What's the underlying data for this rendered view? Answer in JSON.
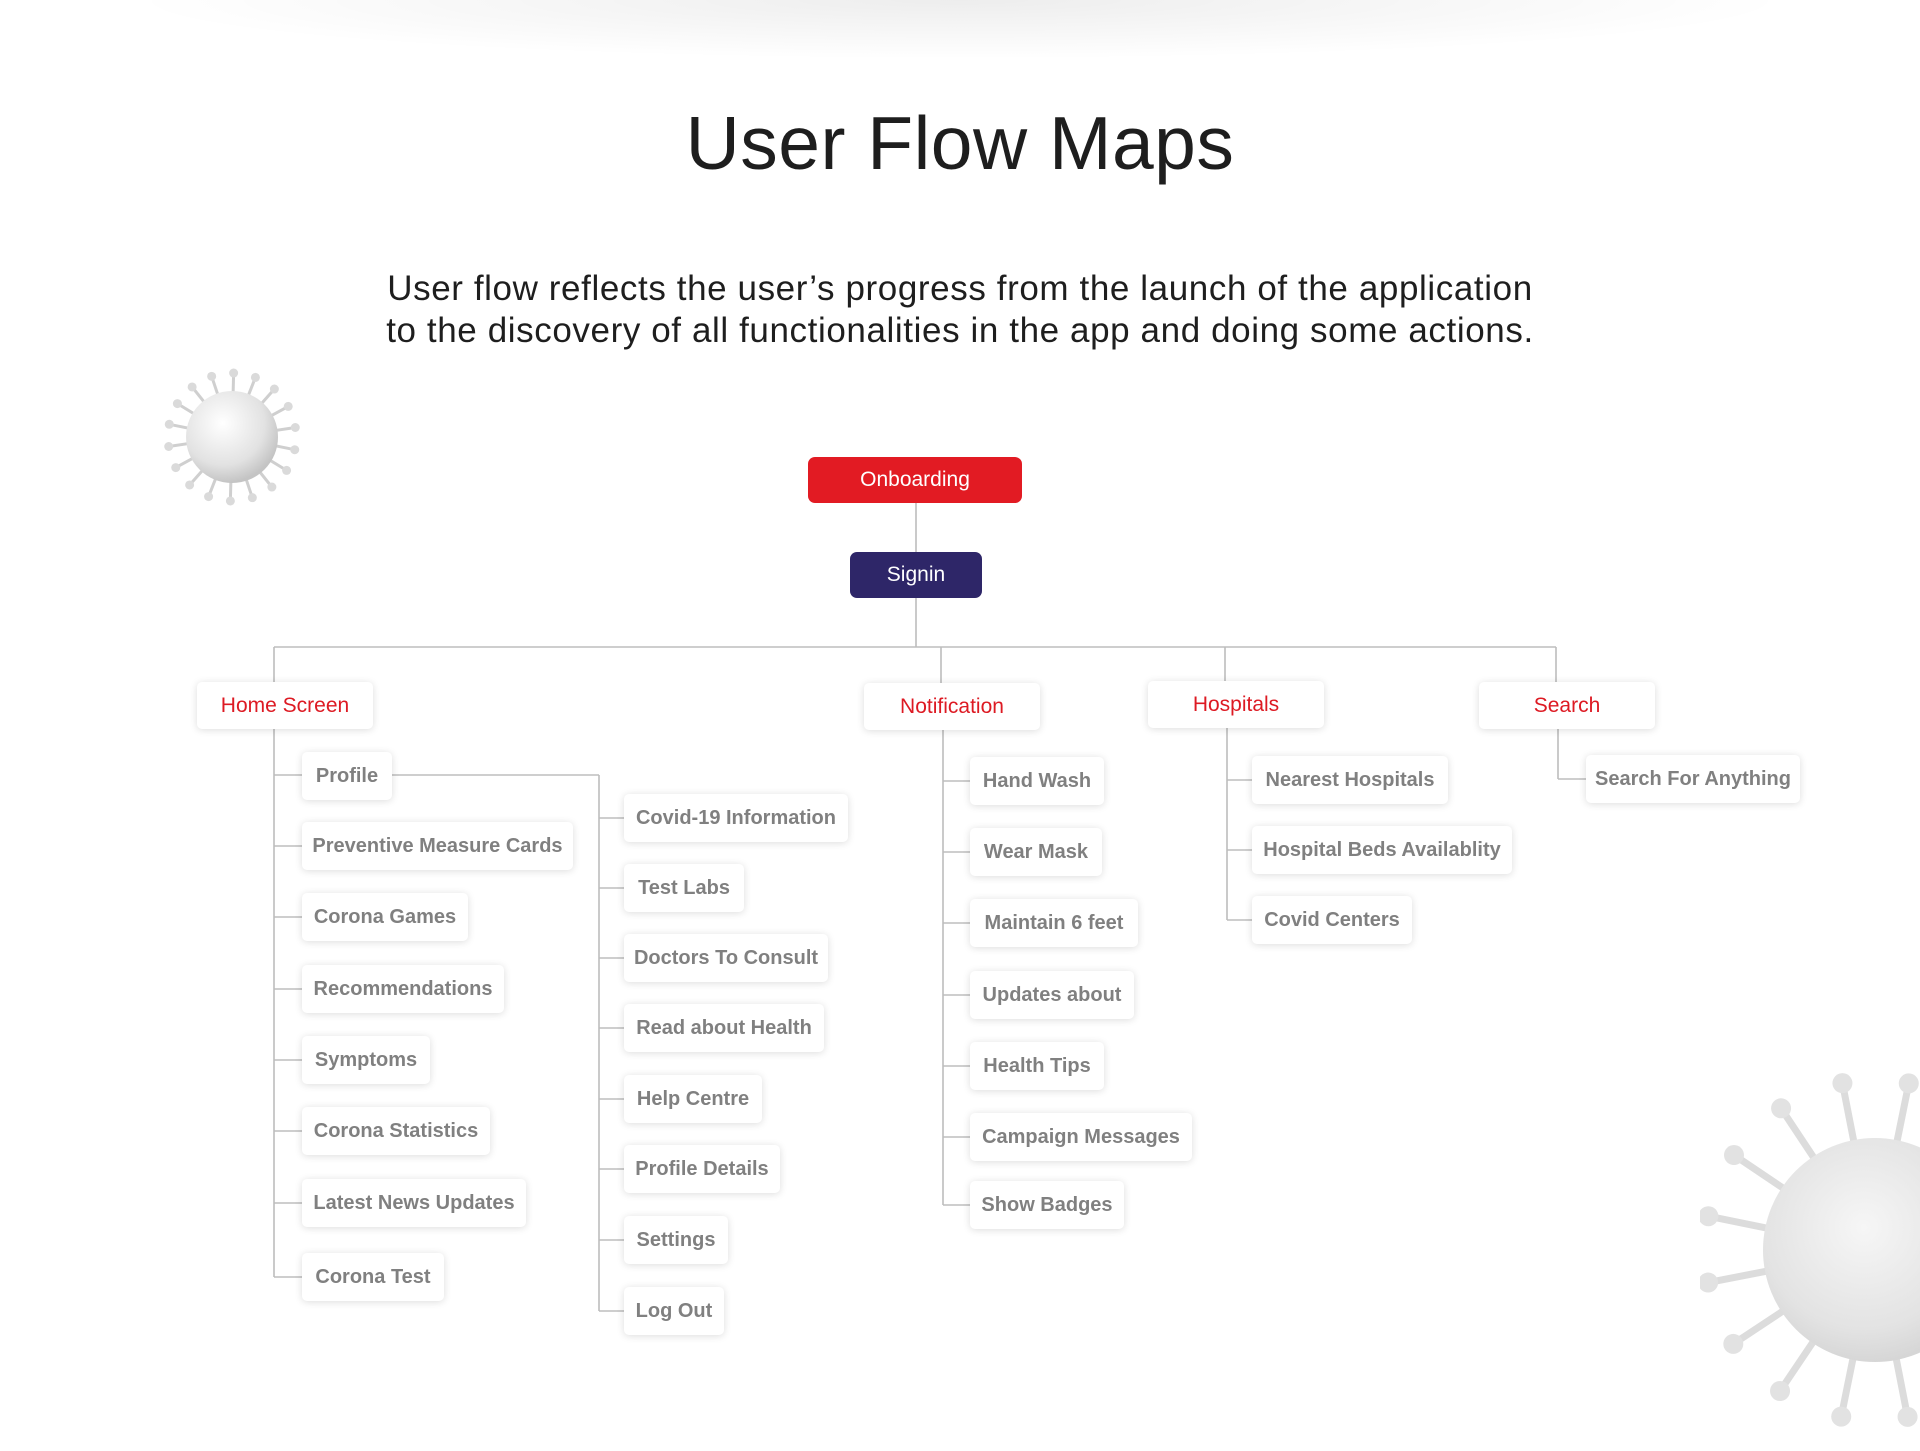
{
  "page": {
    "title": "User Flow Maps",
    "description_lines": [
      "User flow reflects the user’s progress from the launch of the application",
      "to the discovery of all functionalities in the app and doing some actions."
    ]
  },
  "flow": {
    "root": "Onboarding",
    "signin": "Signin",
    "categories": {
      "home_screen": {
        "label": "Home Screen",
        "left_items": [
          "Profile",
          "Preventive Measure Cards",
          "Corona Games",
          "Recommendations",
          "Symptoms",
          "Corona Statistics",
          "Latest News Updates",
          "Corona Test"
        ],
        "profile_items": [
          "Covid-19 Information",
          "Test Labs",
          "Doctors To Consult",
          "Read about Health",
          "Help Centre",
          "Profile Details",
          "Settings",
          "Log Out"
        ]
      },
      "notification": {
        "label": "Notification",
        "items": [
          "Hand Wash",
          "Wear Mask",
          "Maintain 6 feet",
          "Updates about",
          "Health Tips",
          "Campaign Messages",
          "Show Badges"
        ]
      },
      "hospitals": {
        "label": "Hospitals",
        "items": [
          "Nearest Hospitals",
          "Hospital Beds Availablity",
          "Covid Centers"
        ]
      },
      "search": {
        "label": "Search",
        "items": [
          "Search For Anything"
        ]
      }
    }
  },
  "colors": {
    "root": "#e21b23",
    "signin": "#2e2668",
    "category_text": "#dd1a23",
    "leaf_text": "#808080",
    "connector": "#bdbdbd"
  },
  "icons": [
    "virus-icon"
  ]
}
